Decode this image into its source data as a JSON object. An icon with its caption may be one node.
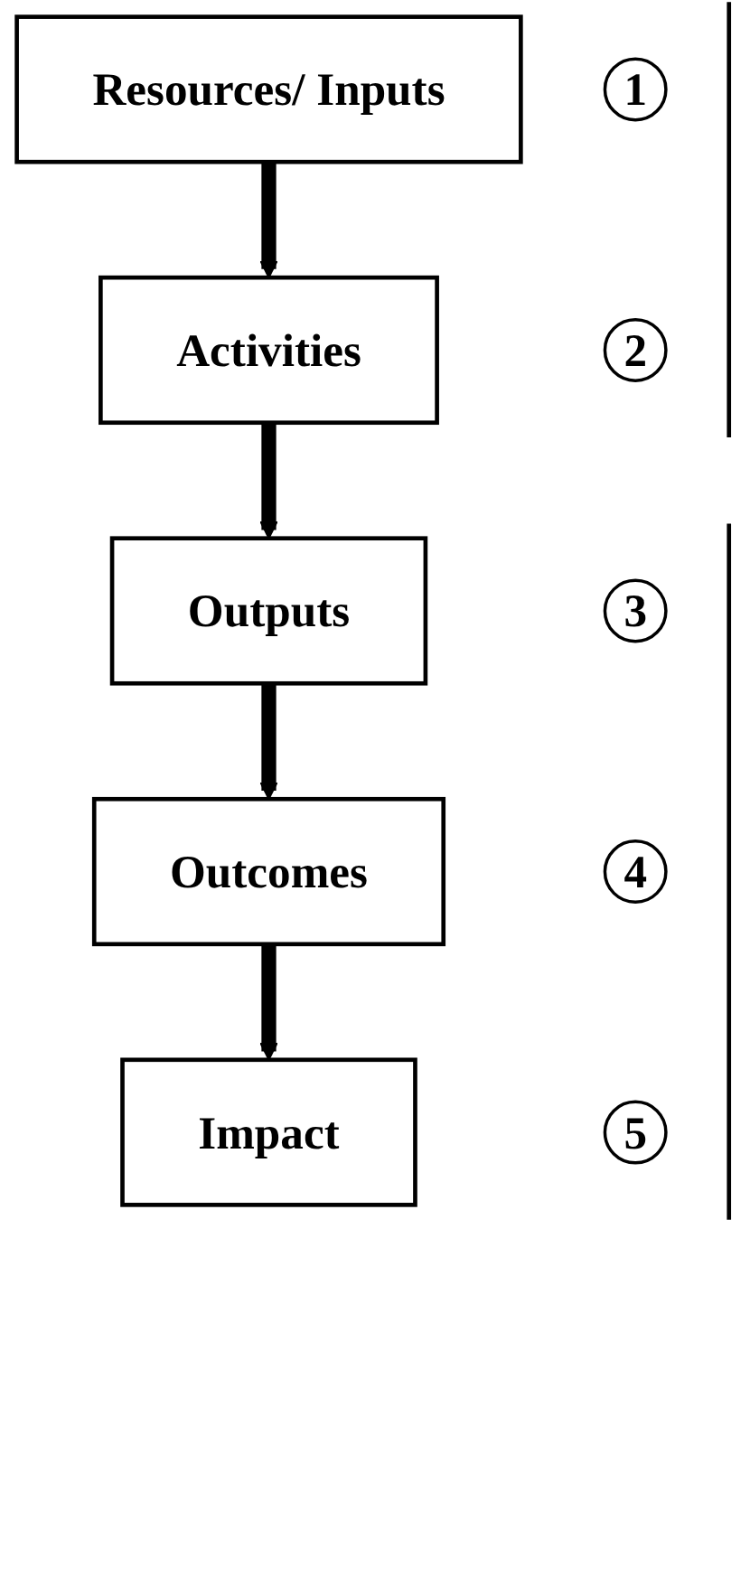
{
  "diagram": {
    "nodes": [
      {
        "text": [
          "Resources/ Inputs"
        ]
      },
      {
        "text": [
          "Activities"
        ]
      },
      {
        "text": [
          "Outputs"
        ]
      },
      {
        "text": [
          "Outcomes"
        ]
      },
      {
        "text": [
          "Impact"
        ]
      },
      {
        "text": [
          "1"
        ]
      },
      {
        "text": [
          "2"
        ]
      },
      {
        "text": [
          "3"
        ]
      },
      {
        "text": [
          "4"
        ]
      },
      {
        "text": [
          "5"
        ]
      }
    ],
    "edges": [
      {
        "from": 0,
        "to": 1,
        "arrow": "to"
      },
      {
        "from": 1,
        "to": 2,
        "arrow": "to"
      },
      {
        "from": 2,
        "to": 3,
        "arrow": "to"
      },
      {
        "from": 3,
        "to": 4,
        "arrow": "to"
      }
    ]
  }
}
